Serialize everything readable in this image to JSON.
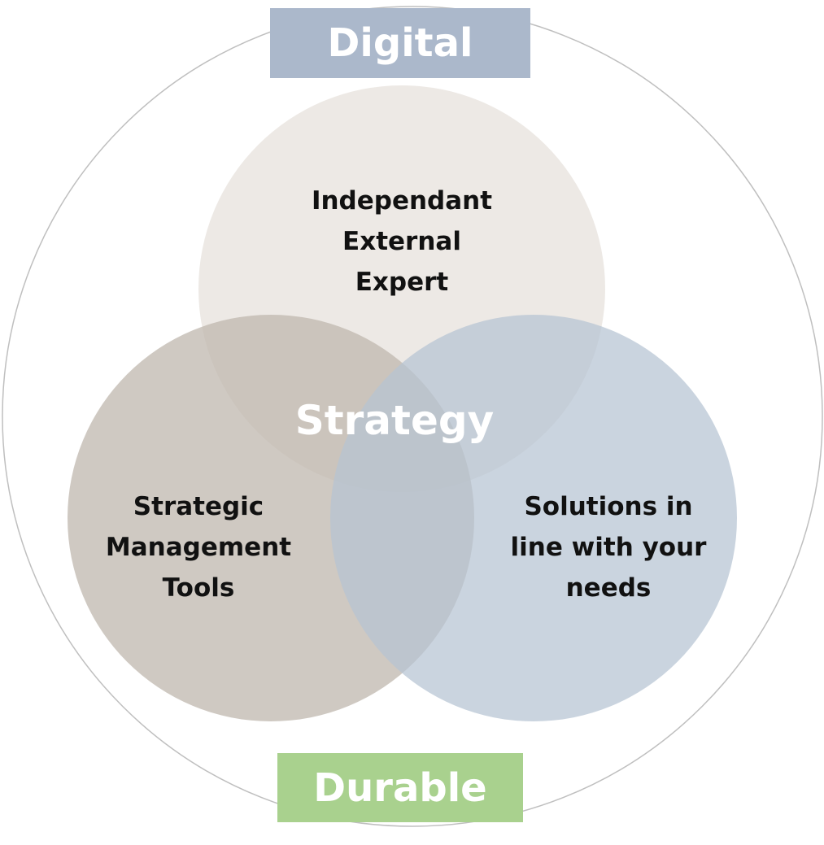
{
  "tags": {
    "top": "Digital",
    "bottom": "Durable"
  },
  "circles": {
    "top": [
      "Independant",
      "External",
      "Expert"
    ],
    "left": [
      "Strategic",
      "Management",
      "Tools"
    ],
    "right": [
      "Solutions in",
      "line with your",
      "needs"
    ]
  },
  "center_label": "Strategy",
  "colors": {
    "tag_top": "#abb8cb",
    "tag_bottom": "#a9d18e",
    "circle_top": "#ece8e4",
    "circle_left": "#c6beb6",
    "circle_right": "#bac7d7",
    "outer_ring": "#bfbfbf",
    "center_text": "#ffffff"
  }
}
